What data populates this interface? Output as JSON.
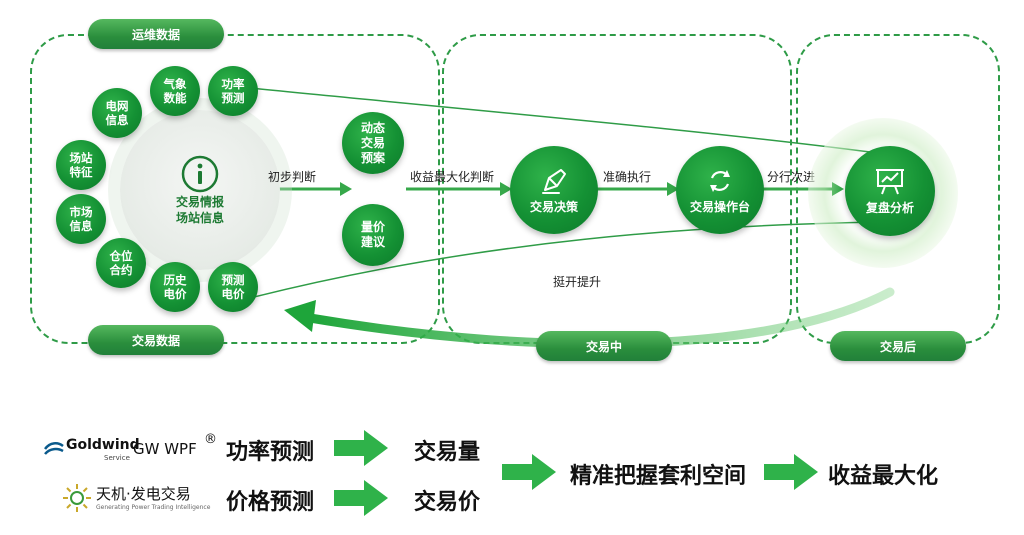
{
  "stages": {
    "top_label": "运维数据",
    "bottom_label": "交易数据",
    "middle_label": "交易中",
    "right_label": "交易后"
  },
  "hub": {
    "line1": "交易情报",
    "line2": "场站信息"
  },
  "satellites": [
    {
      "l1": "气象",
      "l2": "数能"
    },
    {
      "l1": "功率",
      "l2": "预测"
    },
    {
      "l1": "电网",
      "l2": "信息"
    },
    {
      "l1": "场站",
      "l2": "特征"
    },
    {
      "l1": "市场",
      "l2": "信息"
    },
    {
      "l1": "仓位",
      "l2": "合约"
    },
    {
      "l1": "历史",
      "l2": "电价"
    },
    {
      "l1": "预测",
      "l2": "电价"
    }
  ],
  "mid_nodes": [
    {
      "l1": "动态",
      "l2": "交易",
      "l3": "预案"
    },
    {
      "l1": "量价",
      "l2": "建议"
    }
  ],
  "flow_labels": {
    "initial": "初步判断",
    "maximize": "收益最大化判断",
    "execute": "准确执行",
    "analyze": "分行次进",
    "improve": "挺开提升"
  },
  "main_nodes": {
    "decision": "交易决策",
    "console": "交易操作台",
    "review": "复盘分析"
  },
  "bottom": {
    "goldwind": "Goldwind",
    "goldwind_sub": "Service",
    "gw_wpf": "GW WPF",
    "registered": "®",
    "tianji": "天机·发电交易",
    "tianji_sub": "Generating Power Trading Intelligence",
    "power_forecast": "功率预测",
    "price_forecast": "价格预测",
    "volume": "交易量",
    "price": "交易价",
    "arbitrage": "精准把握套利空间",
    "maximize": "收益最大化"
  },
  "colors": {
    "accent": "#149134",
    "dashed": "#2e9b47",
    "arrow": "#2fb24a"
  },
  "icons": [
    "info-icon",
    "pen-icon",
    "cycle-icon",
    "presentation-chart-icon",
    "goldwind-logo-icon",
    "sun-logo-icon"
  ]
}
